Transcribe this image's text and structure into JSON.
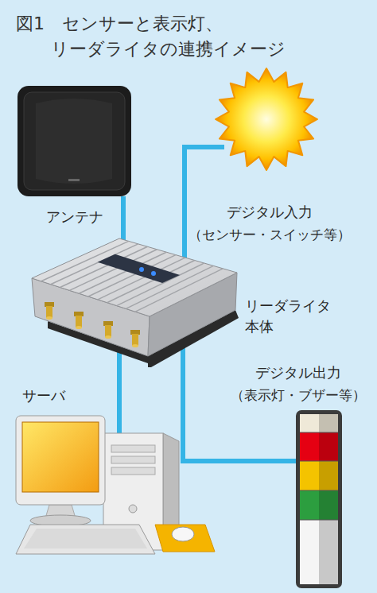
{
  "diagram": {
    "title": "図1　センサーと表示灯、 リーダライタの連携イメージ",
    "nodes": [
      {
        "text": [
          "アンテナ"
        ]
      },
      {
        "text": [
          "デジタル入力",
          "（センサー・スイッチ等）"
        ]
      },
      {
        "text": [
          "リーダライタ 本体"
        ]
      },
      {
        "text": [
          "デジタル出力",
          "（表示灯・ブザー等）"
        ]
      },
      {
        "text": [
          "サーバ"
        ]
      }
    ],
    "edges": [
      {
        "from": 0,
        "to": 2,
        "arrow": "none"
      },
      {
        "from": 1,
        "to": 2,
        "arrow": "none"
      },
      {
        "from": 2,
        "to": 4,
        "arrow": "none"
      },
      {
        "from": 2,
        "to": 3,
        "arrow": "none"
      }
    ]
  }
}
